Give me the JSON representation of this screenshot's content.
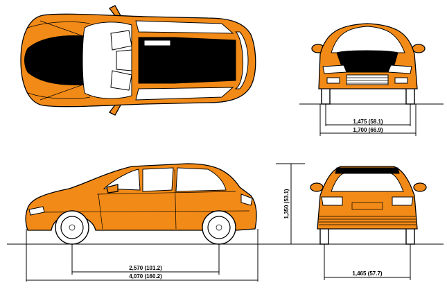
{
  "colors": {
    "body": "#f28a17",
    "hood": "#000000",
    "background": "#ffffff"
  },
  "dimensions": {
    "front_track": "1,475 (58.1)",
    "overall_width": "1,700 (66.9)",
    "overall_height": "1,350 (53.1)",
    "wheelbase": "2,570 (101.2)",
    "overall_length": "4,070 (160.2)",
    "rear_track": "1,465 (57.7)"
  },
  "views": [
    "top-view",
    "front-view",
    "side-view",
    "rear-view"
  ]
}
